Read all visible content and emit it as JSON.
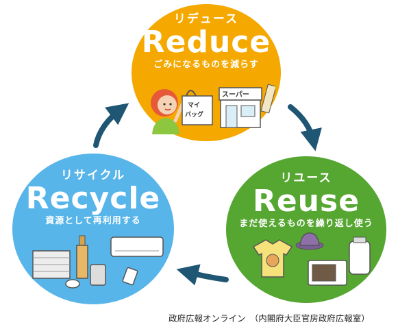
{
  "colors": {
    "reduce": "#F5A800",
    "recycle": "#57B5E9",
    "reuse": "#56A632",
    "arrow": "#1F5673"
  },
  "reduce": {
    "kana": "リデュース",
    "word": "Reduce",
    "desc": "ごみになるものを減らす",
    "bag_label_1": "マイ",
    "bag_label_2": "バッグ",
    "shop_sign": "スーパー"
  },
  "reuse": {
    "kana": "リユース",
    "word": "Reuse",
    "desc": "まだ使えるものを繰り返し使う"
  },
  "recycle": {
    "kana": "リサイクル",
    "word": "Recycle",
    "desc": "資源として再利用する"
  },
  "cycle_arrows": [
    "recycle-to-reduce",
    "reduce-to-reuse",
    "reuse-to-recycle"
  ],
  "caption": "政府広報オンライン　（内閣府大臣官房政府広報室）"
}
